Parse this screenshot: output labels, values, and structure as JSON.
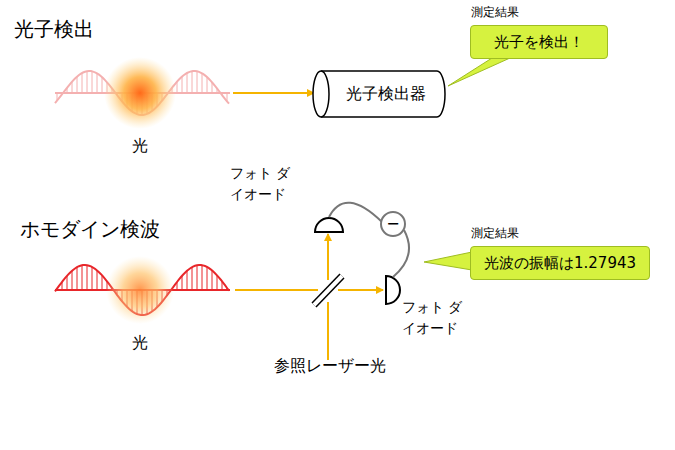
{
  "diagram": {
    "nodes": [
      {
        "text": [
          "光子検出器"
        ]
      },
      {
        "text": [
          "測定結果",
          "光子を検出！"
        ]
      },
      {
        "text": [
          "−"
        ]
      },
      {
        "text": [
          "測定結果",
          "光波の振幅は1.27943"
        ]
      }
    ],
    "labels": [
      "光子検出",
      "光",
      "ホモダイン検波",
      "光",
      "フォト ダイオード",
      "フォト ダイオード",
      "参照レーザー光"
    ]
  }
}
